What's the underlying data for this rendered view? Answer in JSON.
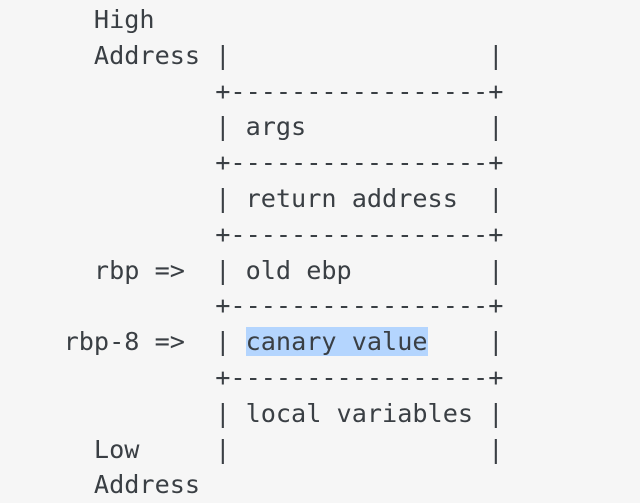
{
  "code_block": {
    "lines": [
      "  High",
      "  Address |                 |",
      "          +-----------------+",
      "          | args            |",
      "          +-----------------+",
      "          | return address  |",
      "          +-----------------+",
      "  rbp =>  | old ebp         |",
      "          +-----------------+",
      null,
      "          +-----------------+",
      "          | local variables |",
      "  Low     |                 |",
      "  Address"
    ],
    "selected_line": {
      "prefix": "rbp-8 =>  | ",
      "selected_text": "canary value",
      "suffix": "    |"
    },
    "selection_color": "#b4d5fe"
  }
}
